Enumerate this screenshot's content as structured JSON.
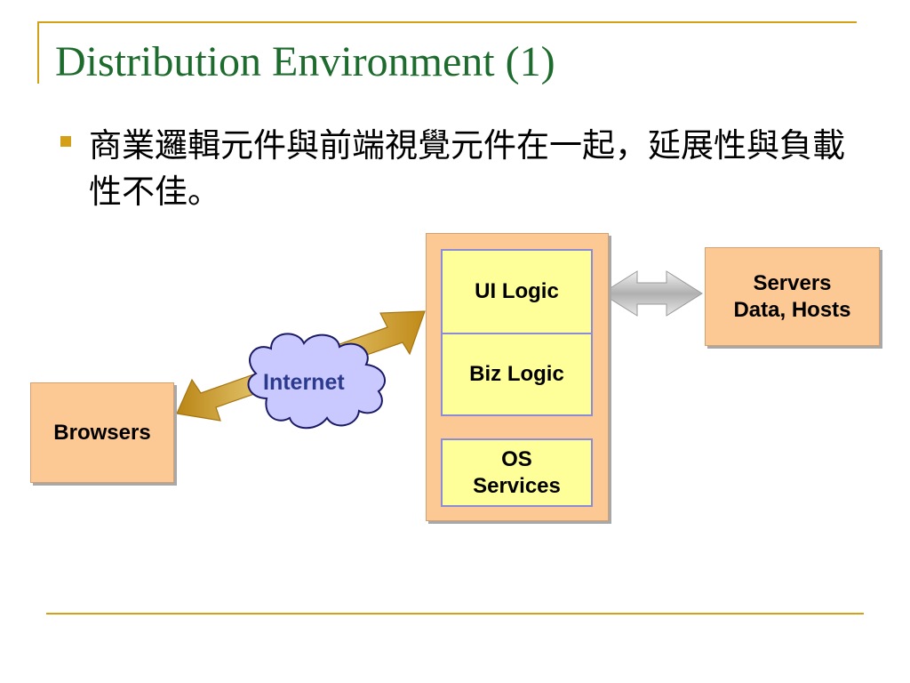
{
  "slide": {
    "title": "Distribution Environment (1)",
    "bullet": "商業邏輯元件與前端視覺元件在一起，延展性與負載性不佳。"
  },
  "diagram": {
    "browsers": "Browsers",
    "internet": "Internet",
    "server_tiers": {
      "ui_logic": "UI Logic",
      "biz_logic": "Biz Logic",
      "os_line1": "OS",
      "os_line2": "Services"
    },
    "servers_line1": "Servers",
    "servers_line2": "Data, Hosts"
  },
  "colors": {
    "title": "#1e6b2e",
    "accent_lines": "#d4a017",
    "orange_box": "#fcc995",
    "yellow_box": "#ffff99",
    "cloud_fill": "#c9c9ff",
    "arrow_gold": "#c8961e",
    "arrow_silver": "#bfbfbf"
  },
  "icons": [
    "bullet-square",
    "cloud",
    "gold-double-arrow",
    "silver-double-arrow"
  ]
}
